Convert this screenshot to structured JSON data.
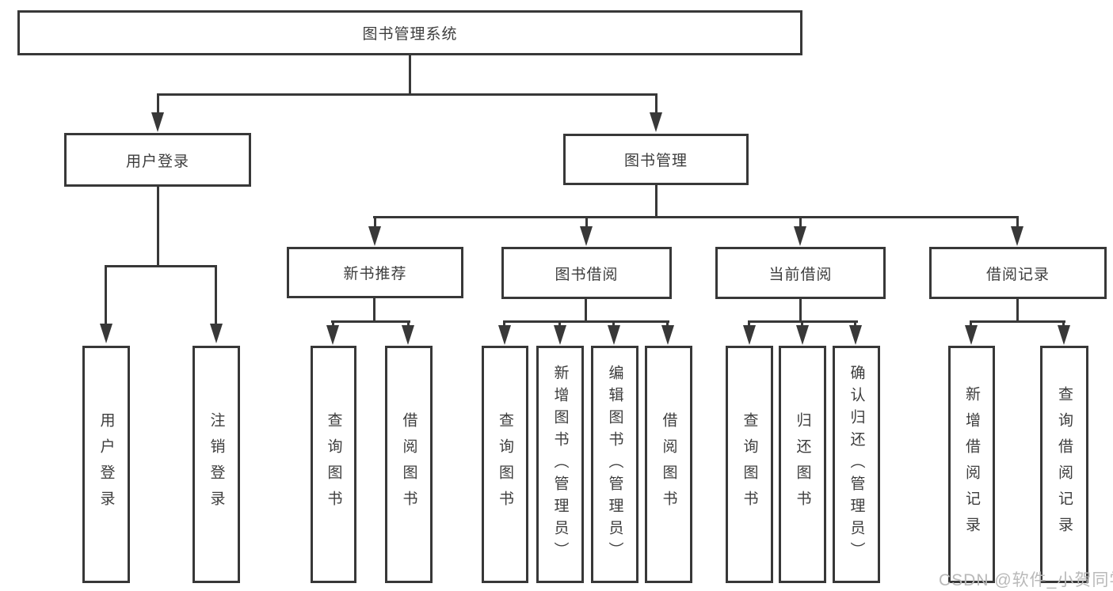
{
  "diagram": {
    "type": "tree-diagram",
    "colors": {
      "line": "#383838",
      "text": "#3d3d3d",
      "watermark": "#b9b9b9",
      "background": "#ffffff"
    },
    "root": {
      "label": "图书管理系统"
    },
    "branches": [
      {
        "label": "用户登录",
        "children": [
          {
            "label": "用户登录"
          },
          {
            "label": "注销登录"
          }
        ]
      },
      {
        "label": "图书管理",
        "children": [
          {
            "label": "新书推荐",
            "children": [
              {
                "label": "查询图书"
              },
              {
                "label": "借阅图书"
              }
            ]
          },
          {
            "label": "图书借阅",
            "children": [
              {
                "label": "查询图书"
              },
              {
                "label": "新增图书（管理员）"
              },
              {
                "label": "编辑图书（管理员）"
              },
              {
                "label": "借阅图书"
              }
            ]
          },
          {
            "label": "当前借阅",
            "children": [
              {
                "label": "查询图书"
              },
              {
                "label": "归还图书"
              },
              {
                "label": "确认归还（管理员）"
              }
            ]
          },
          {
            "label": "借阅记录",
            "children": [
              {
                "label": "新增借阅记录"
              },
              {
                "label": "查询借阅记录"
              }
            ]
          }
        ]
      }
    ],
    "watermark": "CSDN @软件_小贺同学"
  }
}
